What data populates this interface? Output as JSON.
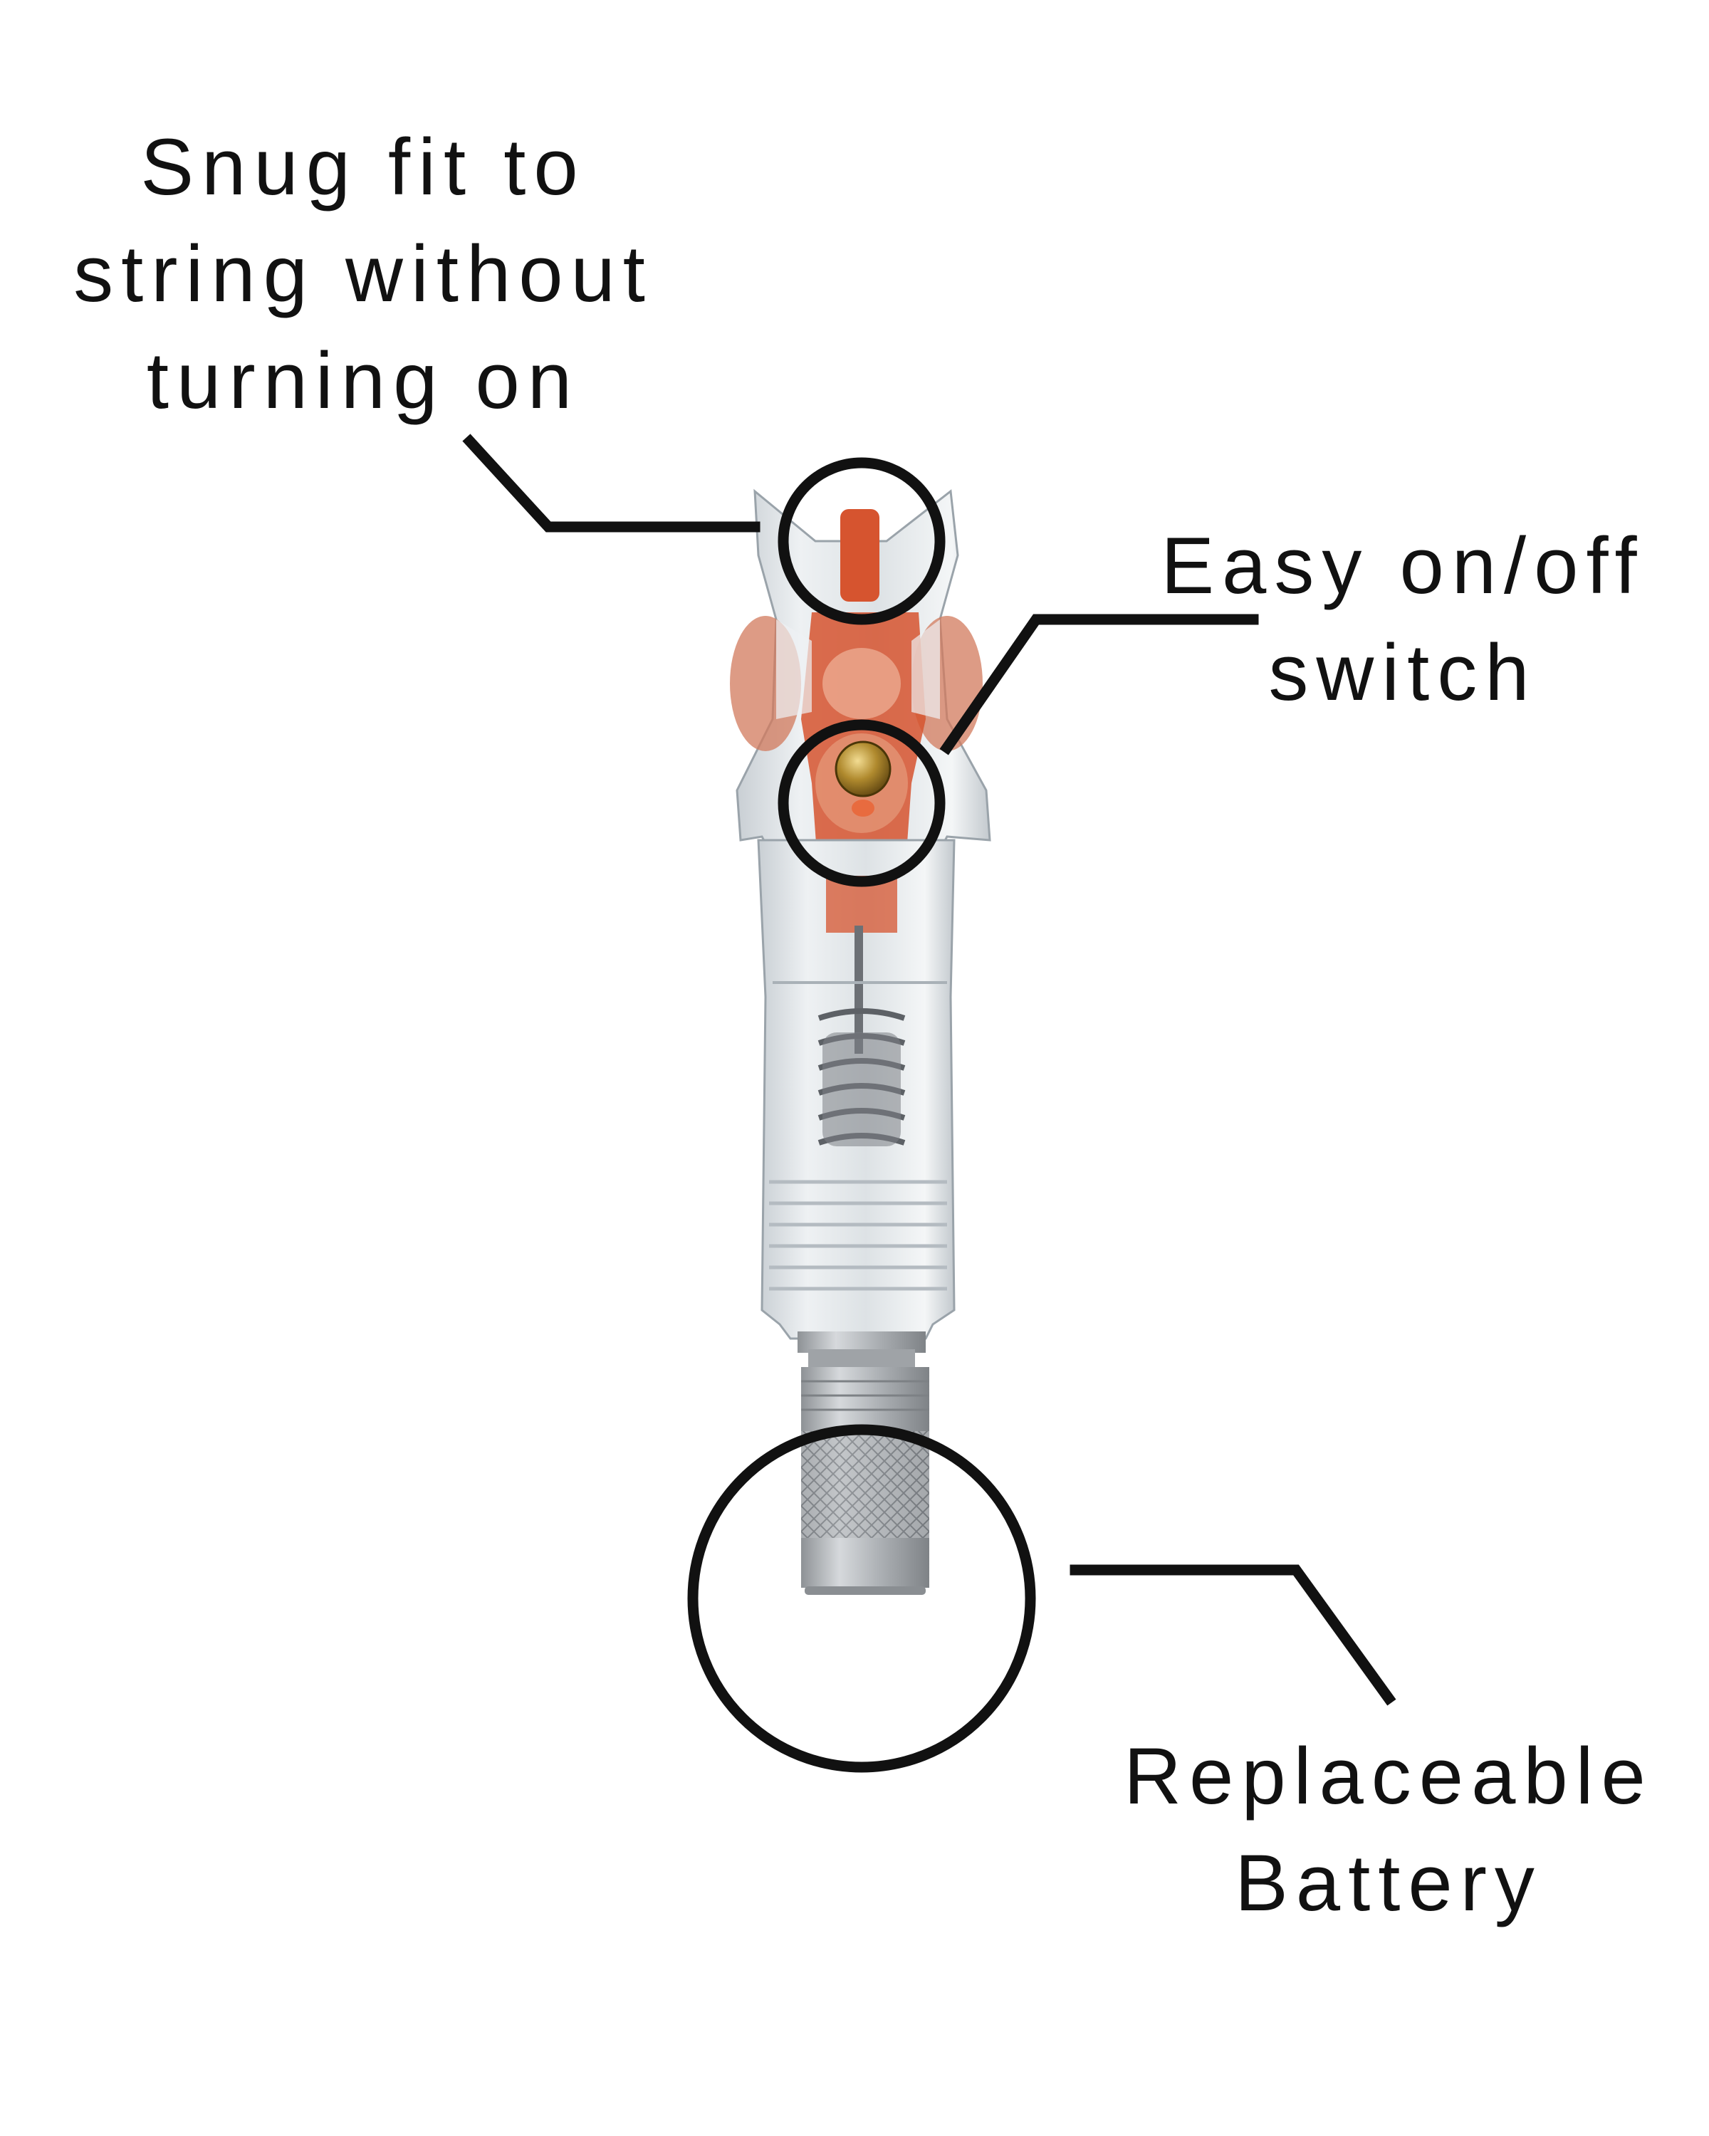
{
  "callouts": [
    {
      "id": "snug-fit",
      "lines": [
        "Snug fit to",
        "string without",
        "turning on"
      ]
    },
    {
      "id": "on-off-switch",
      "lines": [
        "Easy on/off",
        "switch"
      ]
    },
    {
      "id": "replaceable-battery",
      "lines": [
        "Replaceable",
        "Battery"
      ]
    }
  ],
  "colors": {
    "background": "#ffffff",
    "ink": "#111111",
    "body_clear": "#dfe3e6",
    "orange_core": "#d6542f",
    "brass_button": "#b08a2e",
    "metal_cap": "#b9bcbf"
  },
  "icons": [
    "lighted-nock-photo",
    "callout-circle",
    "leader-line"
  ]
}
